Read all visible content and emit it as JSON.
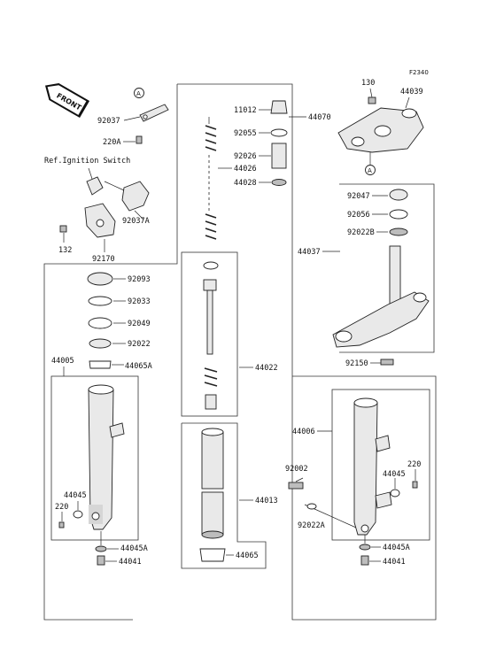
{
  "figure_code": "F2340",
  "front_tag": "FRONT",
  "ref_note": "Ref.Ignition Switch",
  "refs": {
    "a_top": "A",
    "a_bottom": "A"
  },
  "labels": {
    "p130": "130",
    "p44039": "44039",
    "p92037": "92037",
    "p220A": "220A",
    "p11012": "11012",
    "p44070": "44070",
    "p92055": "92055",
    "p44026": "44026",
    "p92026": "92026",
    "p44028": "44028",
    "p92037A": "92037A",
    "p132": "132",
    "p92170": "92170",
    "p92047": "92047",
    "p92056": "92056",
    "p92022B": "92022B",
    "p44037": "44037",
    "p92093": "92093",
    "p92033": "92033",
    "p92049": "92049",
    "p92022": "92022",
    "p44005": "44005",
    "p44065A": "44065A",
    "p44022": "44022",
    "p92150": "92150",
    "p44006": "44006",
    "p92002": "92002",
    "p220_right": "220",
    "p44045_right": "44045",
    "p44045_left": "44045",
    "p220_left": "220",
    "p44013": "44013",
    "p92022A": "92022A",
    "p44045A_left": "44045A",
    "p44045A_right": "44045A",
    "p44065": "44065",
    "p44041_left": "44041",
    "p44041_right": "44041"
  }
}
